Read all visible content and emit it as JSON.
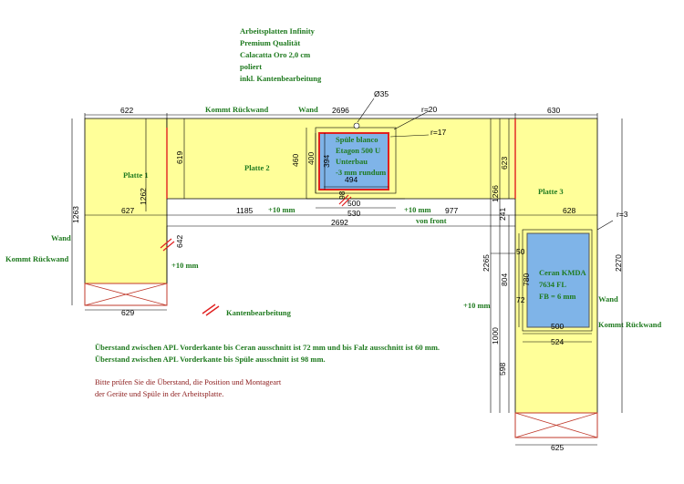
{
  "header": {
    "lines": [
      "Arbeitsplatten Infinity",
      "Premium Qualität",
      "Calacatta Oro 2,0 cm",
      "poliert",
      "inkl. Kantenbearbeitung"
    ]
  },
  "plates": {
    "p1": "Platte 1",
    "p2": "Platte 2",
    "p3": "Platte 3"
  },
  "walls": {
    "top_left": "Kommt Rückwand",
    "top_right": "Wand",
    "left_wand": "Wand",
    "left_rueckwand": "Kommt Rückwand",
    "right_wand": "Wand",
    "right_rueckwand": "Kommt Rückwand"
  },
  "sink": {
    "line1": "Spüle blanco",
    "line2": "Etagon 500 U",
    "line3": "Unterbau",
    "line4": "-3 mm rundum"
  },
  "cooktop": {
    "line1": "Ceran KMDA",
    "line2": "7634 FL",
    "line3": "FB = 6 mm"
  },
  "dims": {
    "d622": "622",
    "d2696": "2696",
    "d630": "630",
    "d35": "Ø35",
    "r20": "r=20",
    "r17": "r=17",
    "r3": "r=3",
    "d1263": "1263",
    "d1262": "1262",
    "d619": "619",
    "d460": "460",
    "d400": "400",
    "d394": "394",
    "d494": "494",
    "d98": "98",
    "d500a": "500",
    "d530": "530",
    "d623": "623",
    "d1266": "1266",
    "d627": "627",
    "d1185": "1185",
    "d977": "977",
    "d628": "628",
    "d241": "241",
    "d2692": "2692",
    "d642": "642",
    "d2265": "2265",
    "d2270": "2270",
    "d50": "50",
    "d780": "780",
    "d804": "804",
    "d72": "72",
    "d500b": "500",
    "d524": "524",
    "d1000": "1000",
    "d598": "598",
    "d629": "629",
    "d625": "625"
  },
  "notes": {
    "plus10_a": "+10 mm",
    "plus10_b": "+10 mm",
    "plus10_c": "+10 mm",
    "plus10_d": "+10 mm",
    "von_front": "von front",
    "kanten": "Kantenbearbeitung",
    "ueber1": "Überstand zwischen APL Vorderkante bis Ceran ausschnitt ist 72 mm und bis Falz ausschnitt ist 60 mm.",
    "ueber2": "Überstand zwischen APL Vorderkante bis Spüle ausschnitt ist 98 mm.",
    "check1": "Bitte prüfen Sie die Überstand, die Position und Montageart",
    "check2": "der Geräte und Spüle in der Arbeitsplatte."
  },
  "colors": {
    "slab": "#ffff99",
    "cutout": "#7fb4e8",
    "edge": "#e02020",
    "note_green": "#1f7a1f",
    "note_red": "#8b1a1a"
  }
}
